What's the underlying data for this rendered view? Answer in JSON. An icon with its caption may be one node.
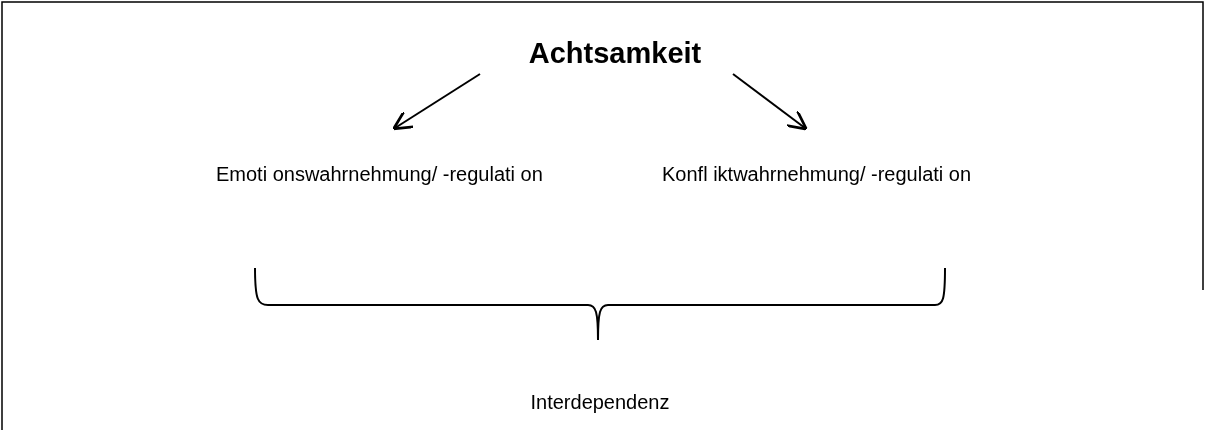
{
  "diagram": {
    "nodes": [
      {
        "text": [
          "Achtsamkeit"
        ]
      },
      {
        "text": [
          "Emoti onswahrnehmung/ -regulati on"
        ]
      },
      {
        "text": [
          "Konfl iktwahrnehmung/ -regulati on"
        ]
      },
      {
        "text": [
          "Interdependenz"
        ]
      }
    ],
    "edges": [
      {
        "from": 0,
        "to": 1,
        "arrow": "to"
      },
      {
        "from": 0,
        "to": 2,
        "arrow": "to"
      }
    ]
  }
}
